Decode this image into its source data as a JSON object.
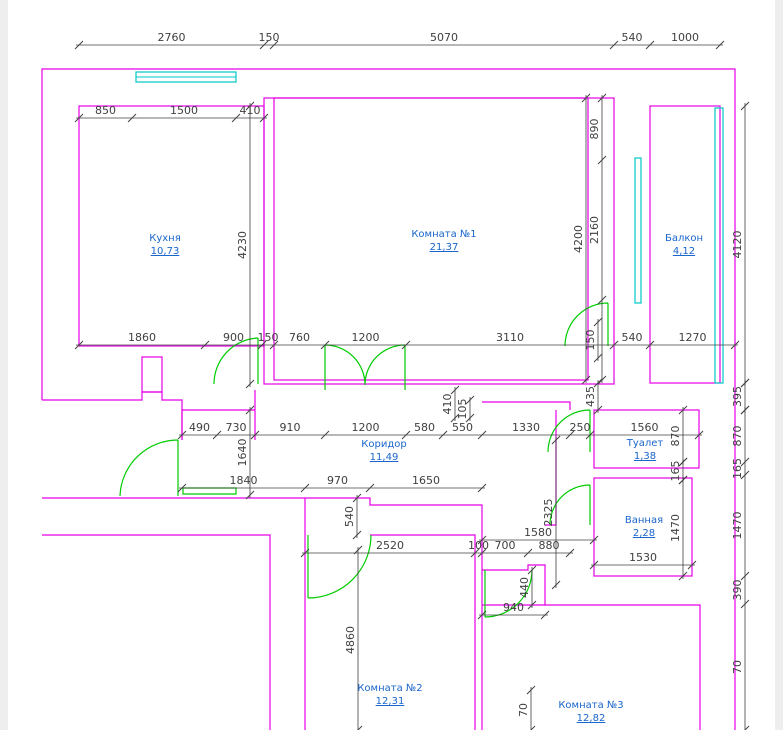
{
  "colors": {
    "wall": "#e600e6",
    "dimension": "#404040",
    "door": "#00cc00",
    "window": "#00c8c8",
    "room_label": "#1a66cc",
    "background": "#ffffff",
    "frame": "#eeeeee"
  },
  "rooms": [
    {
      "id": "kitchen",
      "name": "Кухня",
      "area": "10,73"
    },
    {
      "id": "room1",
      "name": "Комната №1",
      "area": "21,37"
    },
    {
      "id": "balcony",
      "name": "Балкон",
      "area": "4,12"
    },
    {
      "id": "corridor",
      "name": "Коридор",
      "area": "11,49"
    },
    {
      "id": "toilet",
      "name": "Туалет",
      "area": "1,38"
    },
    {
      "id": "bathroom",
      "name": "Ванная",
      "area": "2,28"
    },
    {
      "id": "room2",
      "name": "Комната №2",
      "area": "12,31"
    },
    {
      "id": "room3",
      "name": "Комната №3",
      "area": "12,82"
    }
  ],
  "dimensions": {
    "top": [
      "2760",
      "150",
      "5070",
      "540",
      "1000"
    ],
    "kitchen_top": [
      "850",
      "1500",
      "410"
    ],
    "room1_right": [
      "890",
      "2160",
      "4200"
    ],
    "kitchen_side": "4230",
    "balcony_side": "4120",
    "row_y345": [
      "1860",
      "900",
      "150",
      "760",
      "1200",
      "3110",
      "540",
      "1270"
    ],
    "balcony_lower": "150",
    "right_small": [
      "435",
      "395"
    ],
    "corridor_small": [
      "410",
      "105"
    ],
    "corridor_row": [
      "490",
      "730",
      "910",
      "1200",
      "580",
      "550",
      "1330",
      "250",
      "1560"
    ],
    "corridor_side": "1640",
    "toilet_side": "870",
    "right_column": [
      "870",
      "165",
      "1470",
      "390",
      "70"
    ],
    "wet_between": [
      "165",
      "2325"
    ],
    "bath_side": "1470",
    "mid_row": [
      "1840",
      "970",
      "1650"
    ],
    "room2_top": [
      "540",
      "2520",
      "100",
      "700",
      "880",
      "1580"
    ],
    "bath_bottom": "1530",
    "small_940": [
      "440",
      "940"
    ],
    "room2_side": "4860",
    "room3_side": "70"
  }
}
